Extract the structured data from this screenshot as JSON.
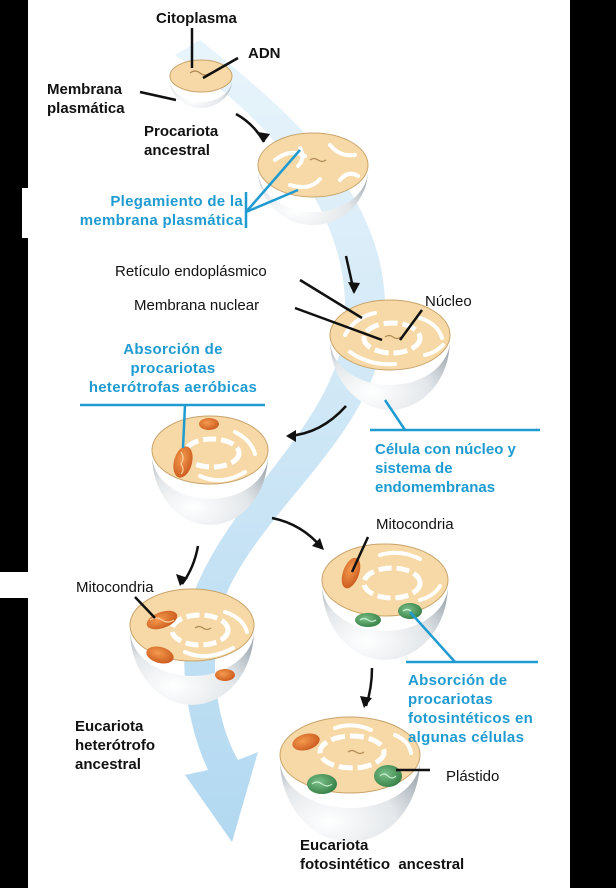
{
  "labels": {
    "citoplasma": "Citoplasma",
    "adn": "ADN",
    "membrana_plasmatica": "Membrana\nplasmática",
    "procariota_ancestral": "Procariota\nancestral",
    "plegamiento": "Plegamiento de la\nmembrana plasmática",
    "reticulo": "Retículo endoplásmico",
    "membrana_nuclear": "Membrana nuclear",
    "nucleo": "Núcleo",
    "absorcion_heterotrofas": "Absorción de\nprocariotas\nheterótrofas aeróbicas",
    "celula_nucleo": "Célula con núcleo y\nsistema de\nendomembranas",
    "mitocondria_right": "Mitocondria",
    "mitocondria_left": "Mitocondria",
    "absorcion_fotosinteticos": "Absorción de\nprocariotas\nfotosintéticos en\nalgunas células",
    "eucariota_heterotrofo": "Eucariota\nheterótrofo\nancestral",
    "plastido": "Plástido",
    "eucariota_fotosintetico": "Eucariota\nfotosintético  ancestral"
  },
  "colors": {
    "accent_blue": "#1f9bd1",
    "cytoplasm": "#f6d9a6",
    "membrane_shell": "#dfe3e6",
    "mitochondria": "#e8722a",
    "plastid": "#4c9a5c",
    "flow_arrow": "#bfe0f3"
  }
}
